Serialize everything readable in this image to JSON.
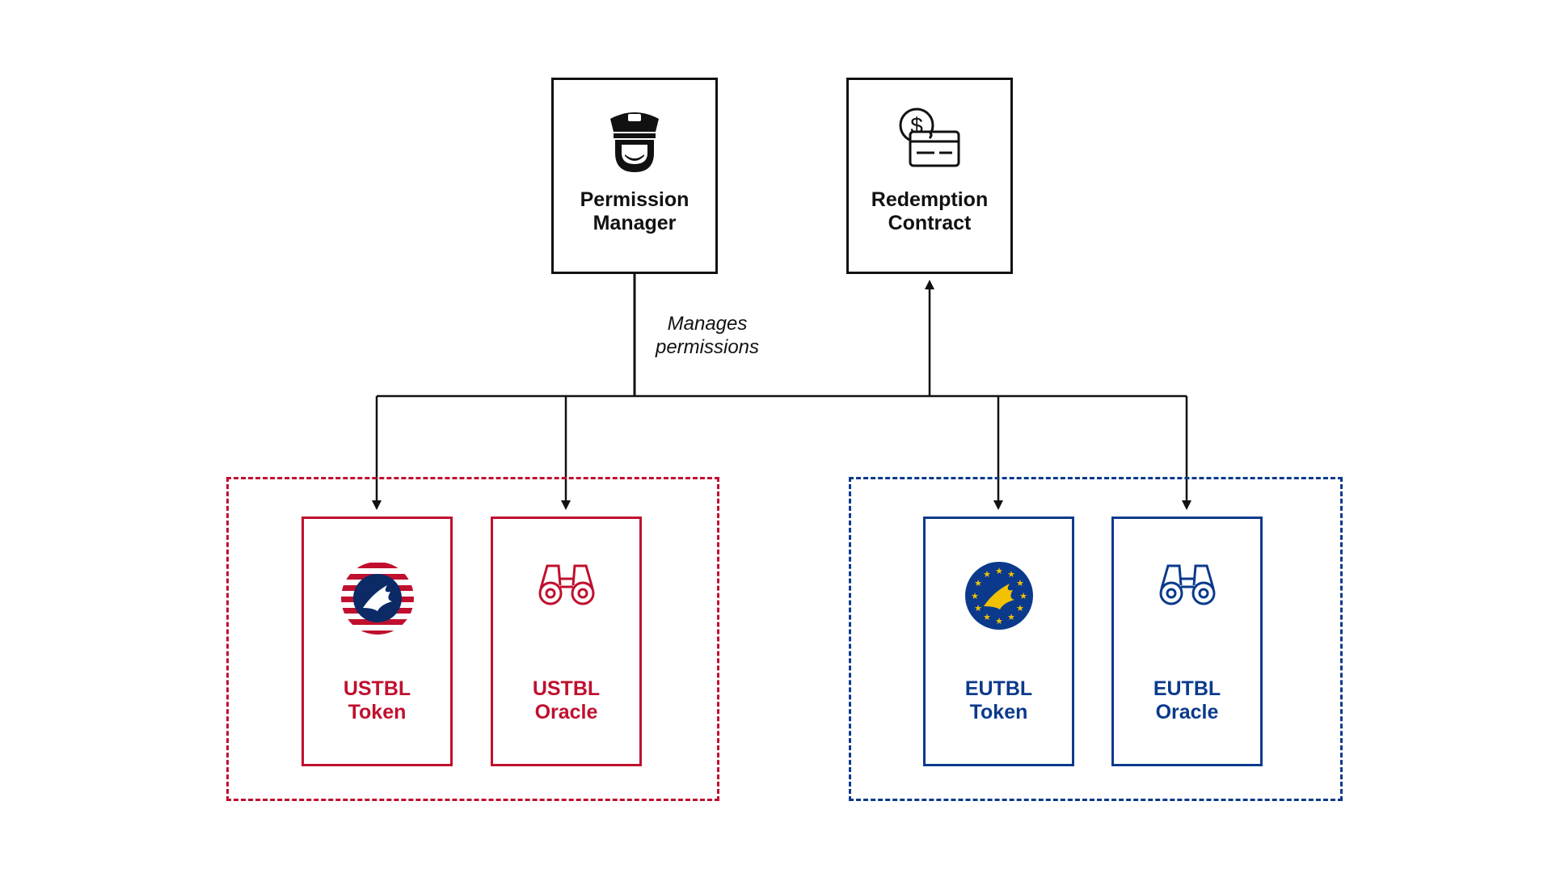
{
  "nodes": {
    "permission_manager": {
      "line1": "Permission",
      "line2": "Manager",
      "icon": "police-officer-icon"
    },
    "redemption_contract": {
      "line1": "Redemption",
      "line2": "Contract",
      "icon": "dollar-card-icon"
    },
    "ustbl_token": {
      "line1": "USTBL",
      "line2": "Token",
      "icon": "ustbl-logo-icon"
    },
    "ustbl_oracle": {
      "line1": "USTBL",
      "line2": "Oracle",
      "icon": "binoculars-icon"
    },
    "eutbl_token": {
      "line1": "EUTBL",
      "line2": "Token",
      "icon": "eutbl-logo-icon"
    },
    "eutbl_oracle": {
      "line1": "EUTBL",
      "line2": "Oracle",
      "icon": "binoculars-icon"
    }
  },
  "edges": {
    "manages_label_line1": "Manages",
    "manages_label_line2": "permissions"
  },
  "colors": {
    "us_red": "#c0102e",
    "eu_blue": "#0b3a8c",
    "outline": "#111111",
    "eu_gold": "#f2c200"
  }
}
